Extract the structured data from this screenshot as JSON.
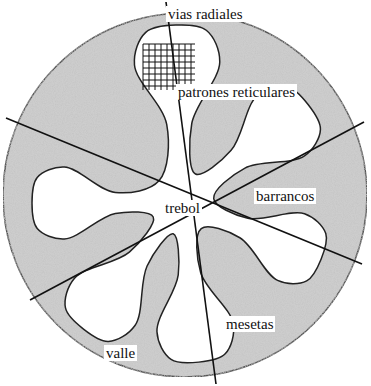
{
  "diagram": {
    "labels": [
      "vias radiales",
      "patrones reticulares",
      "barrancos",
      "trebol",
      "mesetas",
      "valle"
    ]
  }
}
